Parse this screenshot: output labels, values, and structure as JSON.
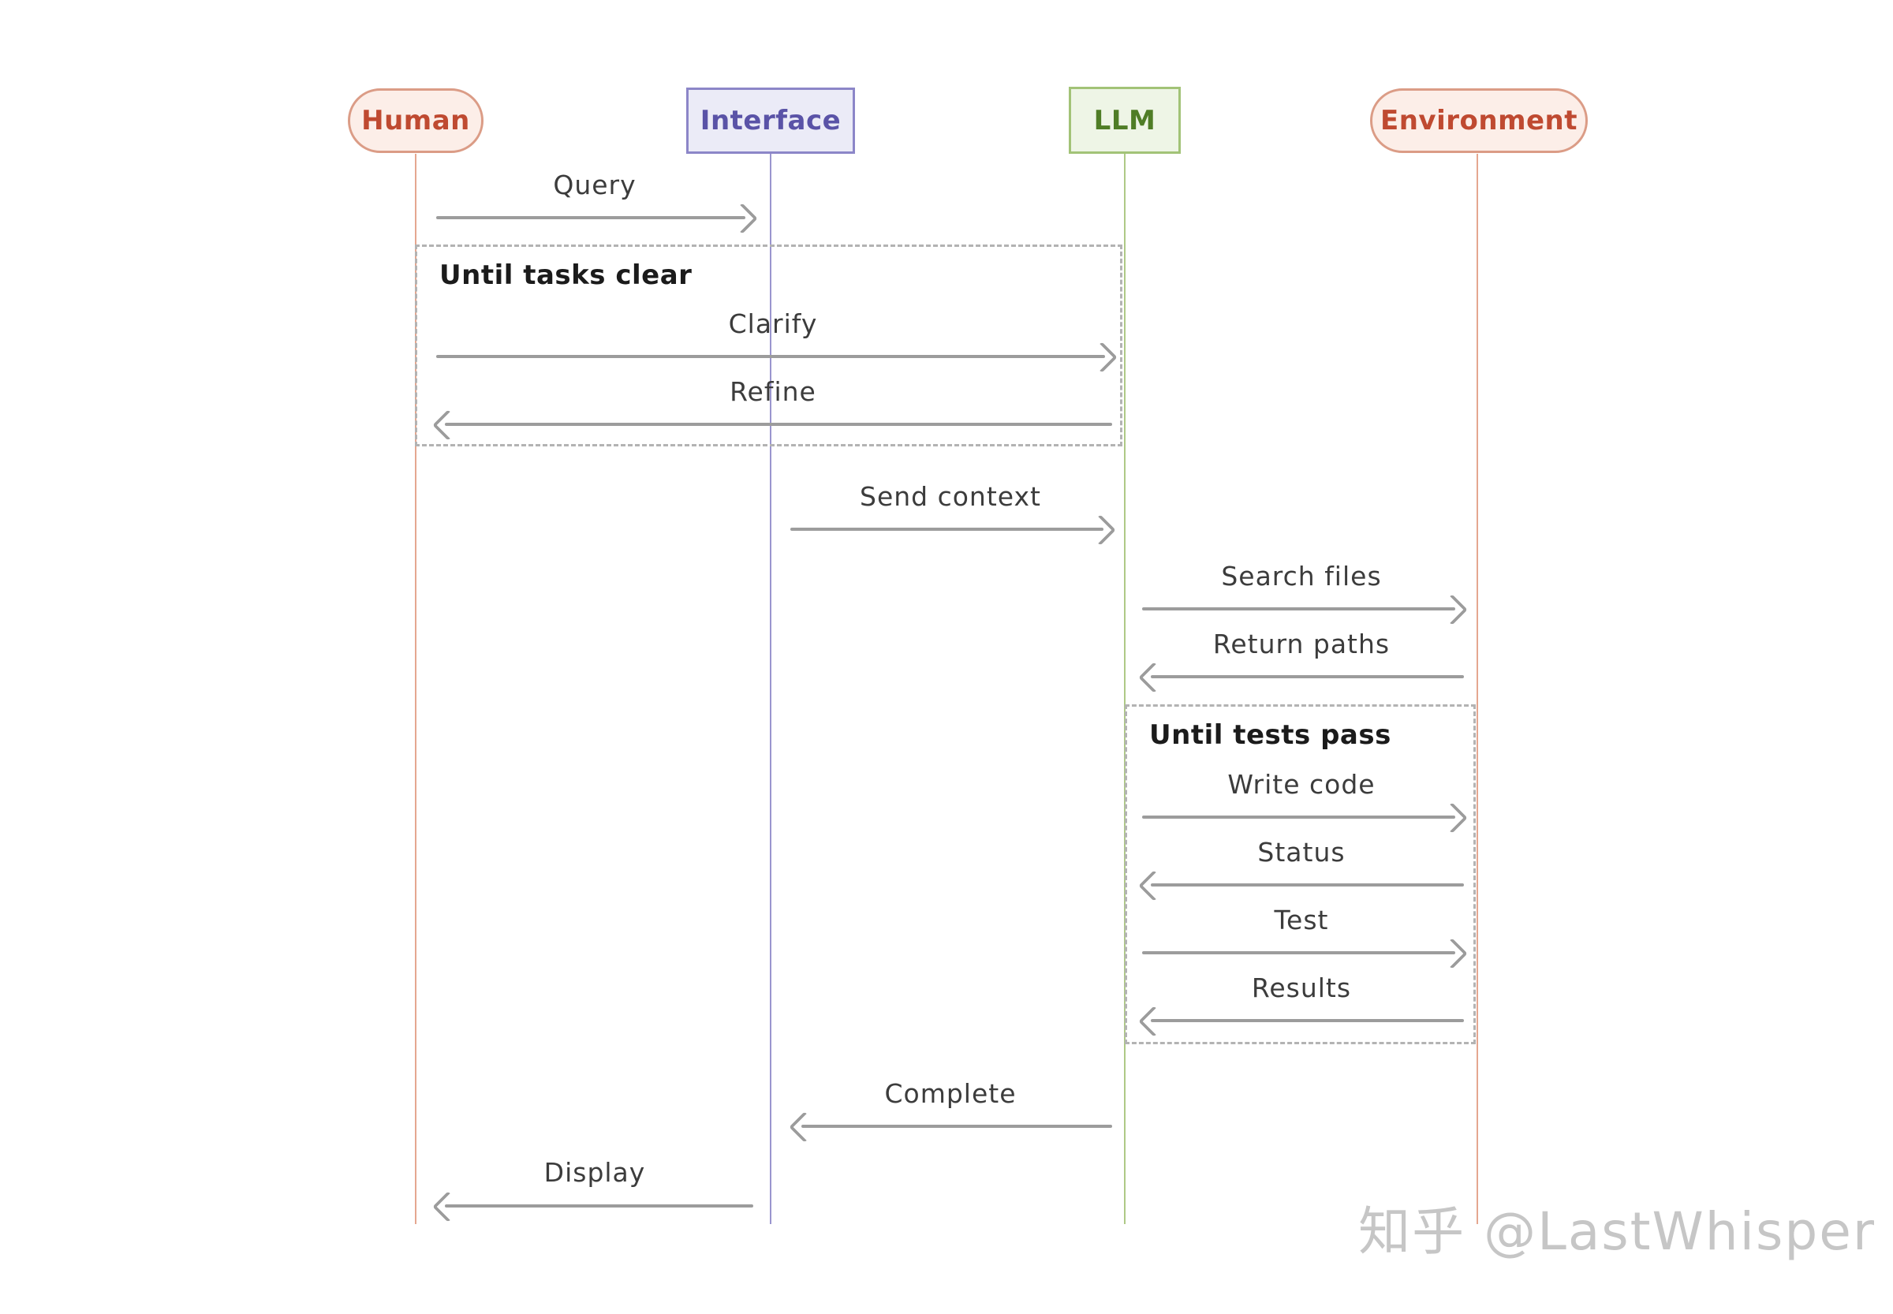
{
  "actors": [
    {
      "label": "Human",
      "shape": "pill",
      "scheme": "salmon"
    },
    {
      "label": "Interface",
      "shape": "rect",
      "scheme": "purple"
    },
    {
      "label": "LLM",
      "shape": "rect",
      "scheme": "green"
    },
    {
      "label": "Environment",
      "shape": "pill",
      "scheme": "salmon"
    }
  ],
  "messages": [
    {
      "label": "Query",
      "from": "Human",
      "to": "Interface",
      "direction": "right"
    },
    {
      "label": "Clarify",
      "from": "Human",
      "to": "LLM",
      "direction": "right"
    },
    {
      "label": "Refine",
      "from": "LLM",
      "to": "Human",
      "direction": "left"
    },
    {
      "label": "Send context",
      "from": "Interface",
      "to": "LLM",
      "direction": "right"
    },
    {
      "label": "Search files",
      "from": "LLM",
      "to": "Environment",
      "direction": "right"
    },
    {
      "label": "Return paths",
      "from": "Environment",
      "to": "LLM",
      "direction": "left"
    },
    {
      "label": "Write code",
      "from": "LLM",
      "to": "Environment",
      "direction": "right"
    },
    {
      "label": "Status",
      "from": "Environment",
      "to": "LLM",
      "direction": "left"
    },
    {
      "label": "Test",
      "from": "LLM",
      "to": "Environment",
      "direction": "right"
    },
    {
      "label": "Results",
      "from": "Environment",
      "to": "LLM",
      "direction": "left"
    },
    {
      "label": "Complete",
      "from": "LLM",
      "to": "Interface",
      "direction": "left"
    },
    {
      "label": "Display",
      "from": "Interface",
      "to": "Human",
      "direction": "left"
    }
  ],
  "loops": [
    {
      "label": "Until tasks clear",
      "contains": [
        "Clarify",
        "Refine"
      ]
    },
    {
      "label": "Until tests pass",
      "contains": [
        "Write code",
        "Status",
        "Test",
        "Results"
      ]
    }
  ],
  "watermark": {
    "text": "知乎 @LastWhisper"
  },
  "colors": {
    "salmon_fill": "#fceee8",
    "salmon_border": "#db9c86",
    "salmon_text": "#bf4a31",
    "salmon_line": "#e5a790",
    "purple_fill": "#ebebf7",
    "purple_border": "#8c86c8",
    "purple_text": "#5a53a7",
    "purple_line": "#9a95ce",
    "green_fill": "#eef5e6",
    "green_border": "#a2c377",
    "green_text": "#4f7d26",
    "green_line": "#aec986",
    "arrow": "#9c9c9c",
    "msg_text": "#3c3c3c",
    "loop_border": "#b3b3b3",
    "loop_text": "#1b1b1b",
    "watermark": "#c6c6c6",
    "bg": "#ffffff"
  }
}
